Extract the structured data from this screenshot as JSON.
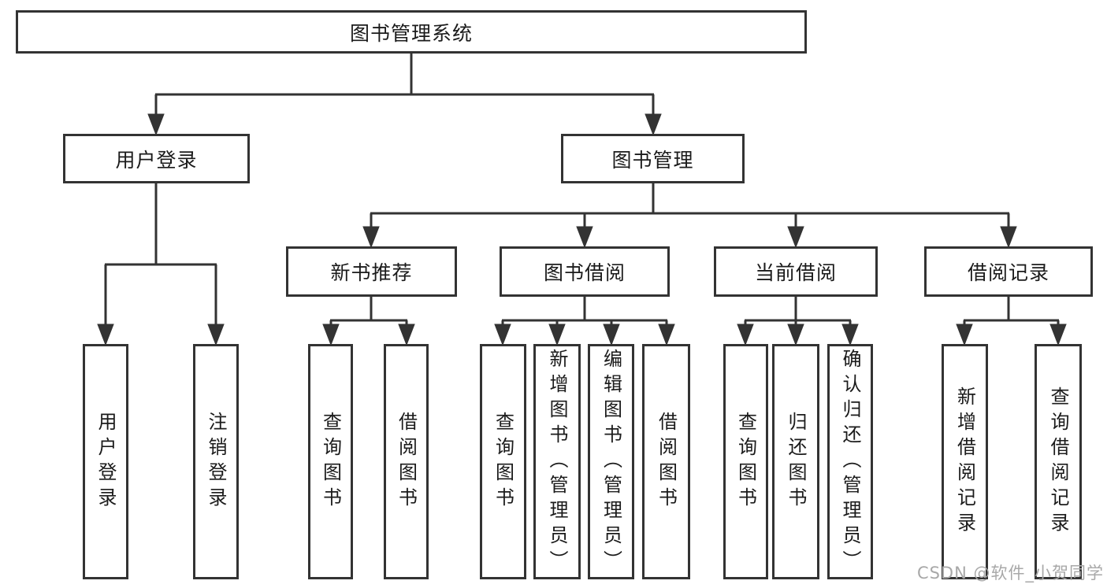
{
  "diagram": {
    "root": {
      "label": "图书管理系统"
    },
    "level2": [
      {
        "label": "用户登录"
      },
      {
        "label": "图书管理"
      }
    ],
    "level3": [
      {
        "label": "新书推荐"
      },
      {
        "label": "图书借阅"
      },
      {
        "label": "当前借阅"
      },
      {
        "label": "借阅记录"
      }
    ],
    "leaves": {
      "user_login": [
        "用户登录",
        "注销登录"
      ],
      "new_book_recommend": [
        "查询图书",
        "借阅图书"
      ],
      "book_borrow": [
        "查询图书",
        "新增图书（管理员）",
        "编辑图书（管理员）",
        "借阅图书"
      ],
      "current_borrow": [
        "查询图书",
        "归还图书",
        "确认归还（管理员）"
      ],
      "borrow_records": [
        "新增借阅记录",
        "查询借阅记录"
      ]
    },
    "colors": {
      "line": "#333333",
      "text": "#1b1b1b",
      "watermark": "#a8a8a8"
    },
    "watermark": "CSDN @软件_小贺同学"
  }
}
